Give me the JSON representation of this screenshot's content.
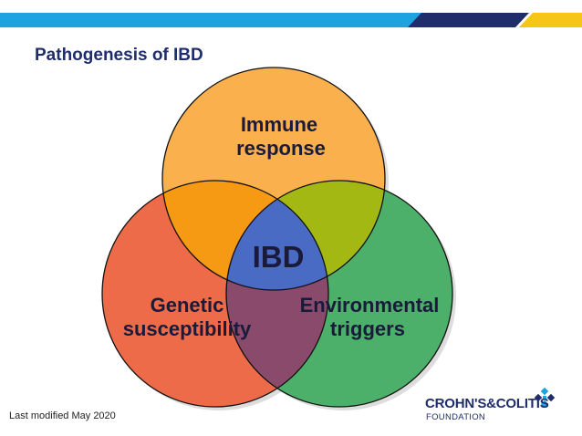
{
  "slide": {
    "title": "Pathogenesis of IBD",
    "footer": "Last modified May 2020"
  },
  "diagram": {
    "center_label": "IBD",
    "circles": [
      {
        "line1": "Immune",
        "line2": "response",
        "color": "#fbb04e"
      },
      {
        "line1": "Genetic",
        "line2": "susceptibility",
        "color": "#ee6b4a"
      },
      {
        "line1": "Environmental",
        "line2": "triggers",
        "color": "#4caf6a"
      }
    ],
    "overlap_colors": {
      "immune_genetic": "#f59a12",
      "immune_environmental": "#a3b812",
      "genetic_environmental": "#8a4a6c",
      "all": "#4a6bc4"
    }
  },
  "logo": {
    "name": "CROHN'S&COLITIS",
    "sub": "FOUNDATION",
    "icon": "foundation-logo-icon"
  },
  "colors": {
    "banner_blue": "#1ca3e0",
    "banner_navy": "#1f2d6b",
    "banner_yellow": "#f5c518",
    "title": "#1f2d6b"
  }
}
